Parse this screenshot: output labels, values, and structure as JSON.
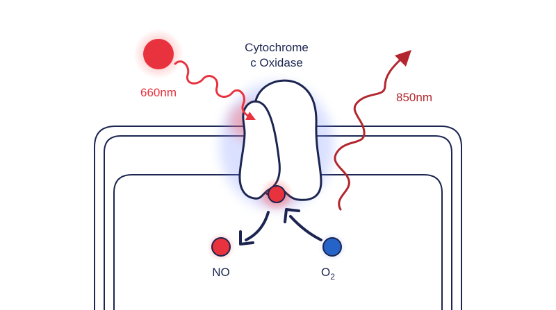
{
  "enzyme": {
    "label_line1": "Cytochrome",
    "label_line2": "c Oxidase"
  },
  "light_in": {
    "label": "660nm"
  },
  "light_out": {
    "label": "850nm"
  },
  "molecules": {
    "no_label": "NO",
    "o2_label_base": "O",
    "o2_label_subscript": "2"
  },
  "colors": {
    "outline": "#1b2550",
    "red_photon": "#e8323e",
    "red_glow": "#ff6a6a",
    "dark_red_wave": "#b3262d",
    "blue_o2": "#2563c9",
    "blue_glow": "#7ea2ff",
    "label_dark": "#1b2550"
  }
}
